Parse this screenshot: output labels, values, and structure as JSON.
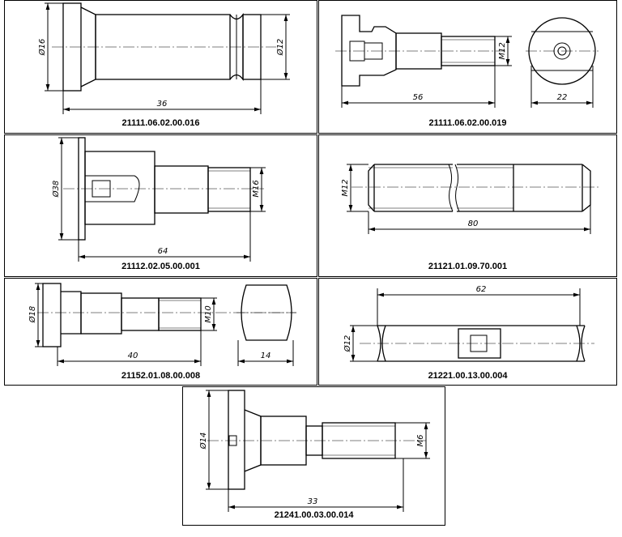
{
  "drawings": [
    {
      "part_number": "21111.06.02.00.016",
      "dims": [
        "Ø16",
        "Ø12",
        "36"
      ]
    },
    {
      "part_number": "21111.06.02.00.019",
      "dims": [
        "M12",
        "56",
        "22"
      ]
    },
    {
      "part_number": "21112.02.05.00.001",
      "dims": [
        "Ø38",
        "M16",
        "64"
      ]
    },
    {
      "part_number": "21121.01.09.70.001",
      "dims": [
        "M12",
        "80"
      ]
    },
    {
      "part_number": "21152.01.08.00.008",
      "dims": [
        "Ø18",
        "M10",
        "40",
        "14"
      ]
    },
    {
      "part_number": "21221.00.13.00.004",
      "dims": [
        "62",
        "Ø12"
      ]
    },
    {
      "part_number": "21241.00.03.00.014",
      "dims": [
        "Ø14",
        "M6",
        "33"
      ]
    }
  ]
}
